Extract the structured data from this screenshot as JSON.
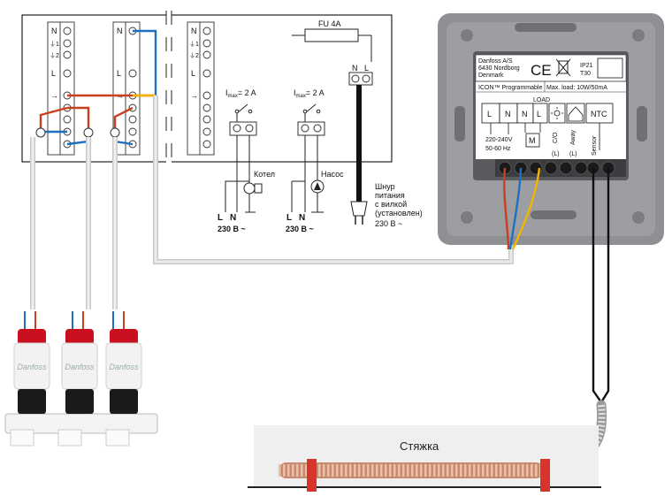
{
  "wiring_center": {
    "col1_terminals": [
      "N",
      "⏚1",
      "⏚2",
      "L",
      "→"
    ],
    "col2_terminals": [
      "N",
      "L",
      "→"
    ],
    "col3_terminals": [
      "N",
      "⏚1",
      "⏚2",
      "L",
      "→"
    ],
    "fuse_label": "FU 4A",
    "plug_terminals": [
      "N",
      "L"
    ],
    "imax_label": "= 2 A",
    "boiler_label": "Котел",
    "pump_label": "Насос",
    "supply_label_L": "L",
    "supply_label_N": "N",
    "supply_voltage": "230 В ~",
    "cord_label_lines": [
      "Шнур",
      "питания",
      "с вилкой",
      "(установлен)",
      "230 В ~"
    ]
  },
  "thermostat": {
    "maker_lines": [
      "Danfoss A/S",
      "6430 Nordborg",
      "Denmark"
    ],
    "ce_mark": "CE",
    "rating_lines": [
      "IP21",
      "T30"
    ],
    "model": "ICON™ Programmable",
    "max_load": "Max. load: 10W/50mA",
    "terminal_labels": [
      "L",
      "N",
      "N",
      "L",
      "NTC"
    ],
    "load_label": "LOAD",
    "supply_lines": [
      "220-240V",
      "50-60 Hz"
    ],
    "motor_label": "M",
    "co_label": "C/O",
    "away_label": "Away",
    "paren_L_1": "(L)",
    "paren_L_2": "(L)",
    "sensor_label": "Sensor"
  },
  "actuator_brand": "Danfoss",
  "screed_label": "Стяжка",
  "colors": {
    "wire_red": "#c8401f",
    "wire_blue": "#1f6fc0",
    "wire_yellow": "#f2b600",
    "heat_pipe": "#e8a07a",
    "pipe_tie": "#d9342b",
    "actuator_red": "#c8101e",
    "frame_grey": "#8f9093"
  }
}
